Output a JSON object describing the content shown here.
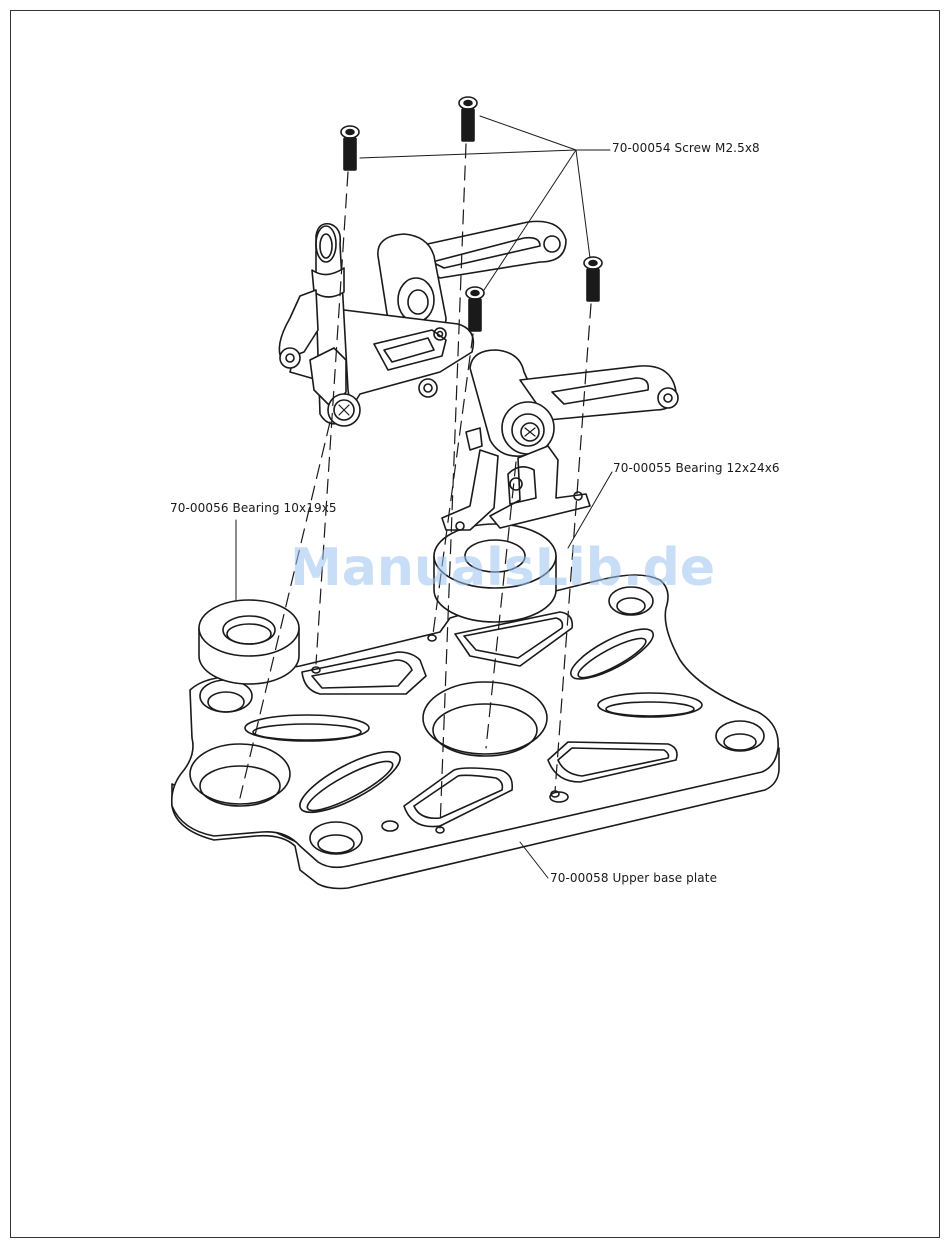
{
  "callouts": {
    "screw": "70-00054 Screw M2.5x8",
    "bearing_large": "70-00055 Bearing 12x24x6",
    "bearing_small": "70-00056 Bearing 10x19x5",
    "base_plate": "70-00058 Upper base plate"
  },
  "watermark": {
    "text": "ManualsLib.de",
    "color": "#9cc3f0"
  },
  "colors": {
    "line": "#1a1a1a",
    "fill": "#ffffff",
    "screw": "#1a1a1a"
  }
}
